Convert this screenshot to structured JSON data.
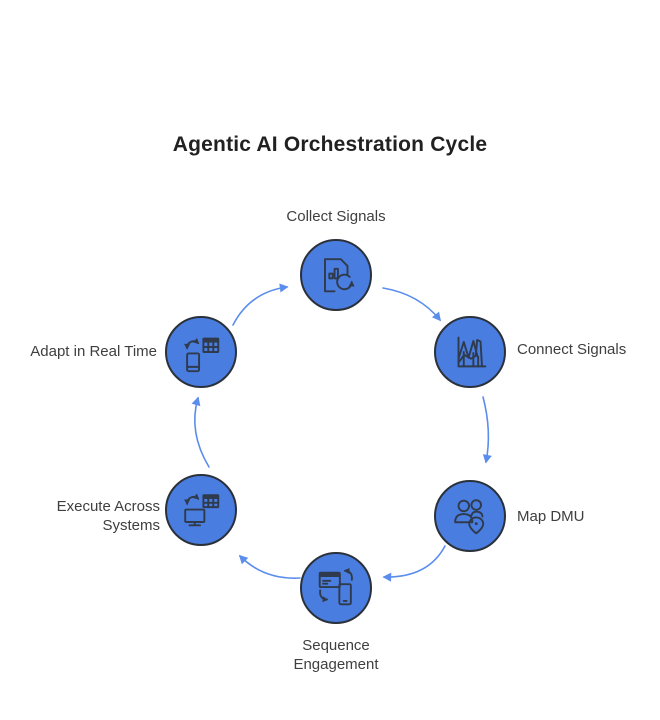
{
  "title": "Agentic AI Orchestration Cycle",
  "colors": {
    "background": "#ffffff",
    "title_color": "#212121",
    "label_color": "#3f3f3f",
    "node_fill": "#4a7de0",
    "node_border": "#2b313a",
    "icon_stroke": "#2f3b4c",
    "arrow": "#5b8ded"
  },
  "nodes": [
    {
      "id": "collect-signals",
      "label": "Collect Signals",
      "icon": "document-chart-refresh-icon",
      "position": "top"
    },
    {
      "id": "connect-signals",
      "label": "Connect Signals",
      "icon": "line-chart-icon",
      "position": "upper-right"
    },
    {
      "id": "map-dmu",
      "label": "Map DMU",
      "icon": "people-location-icon",
      "position": "lower-right"
    },
    {
      "id": "sequence-engagement",
      "label": "Sequence Engagement",
      "icon": "browser-phone-sync-icon",
      "position": "bottom"
    },
    {
      "id": "execute-across-systems",
      "label": "Execute Across Systems",
      "icon": "monitor-table-sync-icon",
      "position": "lower-left"
    },
    {
      "id": "adapt-in-real-time",
      "label": "Adapt in Real Time",
      "icon": "phone-table-sync-icon",
      "position": "upper-left"
    }
  ],
  "flow": {
    "direction": "clockwise",
    "sequence": [
      "Collect Signals",
      "Connect Signals",
      "Map DMU",
      "Sequence Engagement",
      "Execute Across Systems",
      "Adapt in Real Time"
    ]
  }
}
